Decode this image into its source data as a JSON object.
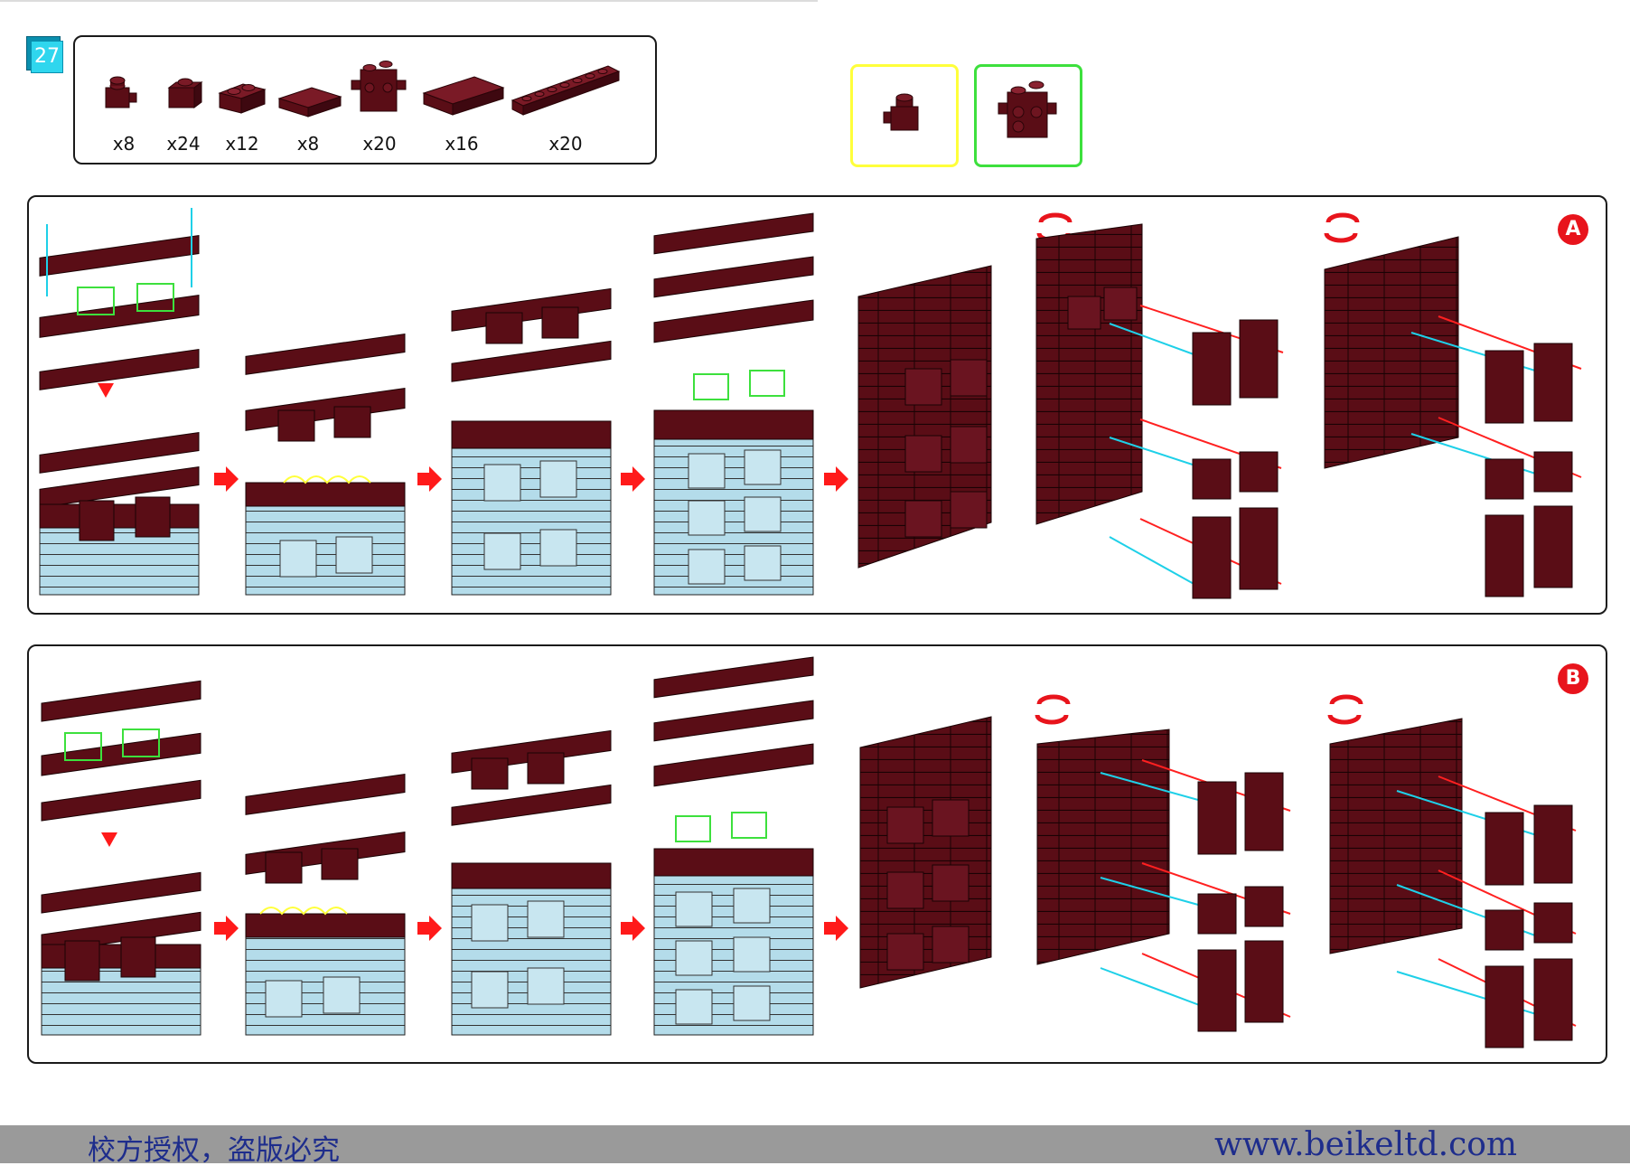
{
  "page": {
    "number": "27"
  },
  "parts": [
    {
      "icon": "brick-1x1-side-stud-icon",
      "qty": "x8"
    },
    {
      "icon": "brick-1x1-icon",
      "qty": "x24"
    },
    {
      "icon": "brick-1x2-icon",
      "qty": "x12"
    },
    {
      "icon": "plate-2x2-icon",
      "qty": "x8"
    },
    {
      "icon": "brick-2x2-side-studs-icon",
      "qty": "x20"
    },
    {
      "icon": "plate-2x4-icon",
      "qty": "x16"
    },
    {
      "icon": "plate-1x8-icon",
      "qty": "x20"
    }
  ],
  "callouts": [
    {
      "icon": "brick-1x1-side-stud-icon",
      "border": "#ffff3b"
    },
    {
      "icon": "brick-2x2-side-studs-icon",
      "border": "#3de03d"
    }
  ],
  "sections": [
    {
      "label": "A"
    },
    {
      "label": "B"
    }
  ],
  "footer": {
    "left_text": "校方授权，盗版必究",
    "right_text": "www.beikeltd.com"
  },
  "colors": {
    "brick": "#5a0d16",
    "base": "#b4dcea",
    "arrow": "#ff1a1a",
    "guide_cyan": "#1ed0e8",
    "guide_red": "#ff2020",
    "footer_bg": "#9a9a9a",
    "footer_text": "#1e2d8c"
  }
}
